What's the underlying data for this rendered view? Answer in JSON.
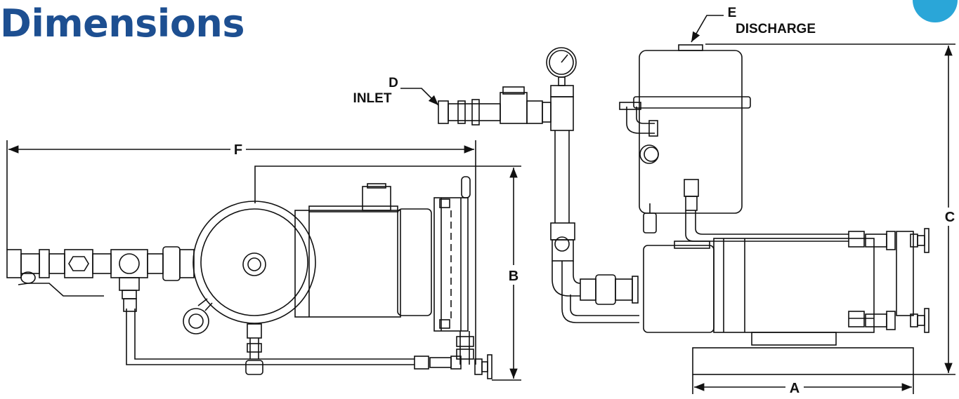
{
  "title": "Dimensions",
  "colors": {
    "title": "#1d4f91",
    "accent": "#2aa6d8",
    "line": "#111111"
  },
  "dimensions": {
    "a": "A",
    "b": "B",
    "c": "C",
    "f": "F"
  },
  "callouts": {
    "inlet_letter": "D",
    "inlet_label": "INLET",
    "discharge_letter": "E",
    "discharge_label": "DISCHARGE"
  }
}
